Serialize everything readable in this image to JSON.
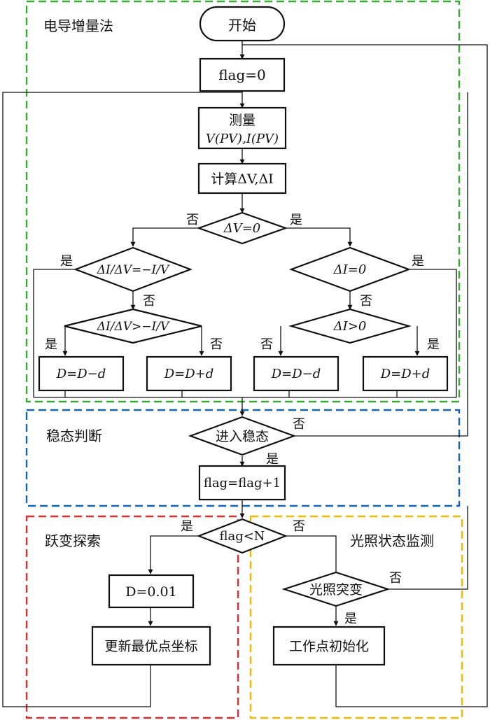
{
  "regions": {
    "inc": {
      "title": "电导增量法",
      "color": "#3aaa35"
    },
    "steady": {
      "title": "稳态判断",
      "color": "#1565b8"
    },
    "jump": {
      "title": "跃变探索",
      "color": "#e02d2d"
    },
    "light": {
      "title": "光照状态监测",
      "color": "#f5b800"
    }
  },
  "nodes": {
    "start": "开始",
    "flag0": "flag=0",
    "measure_1": "测量",
    "measure_2": "V(PV),I(PV)",
    "calc": "计算ΔV,ΔI",
    "dv0": "ΔV=0",
    "di_eq": "ΔI/ΔV=−I/V",
    "di_gt": "ΔI/ΔV>−I/V",
    "di0": "ΔI=0",
    "di_pos": "ΔI>0",
    "dec_left": "D=D−d",
    "inc_left": "D=D+d",
    "dec_right": "D=D−d",
    "inc_right": "D=D+d",
    "steady": "进入稳态",
    "flag_inc": "flag=flag+1",
    "flag_lt": "flag<N",
    "d001": "D=0.01",
    "update": "更新最优点坐标",
    "light_change": "光照突变",
    "init": "工作点初始化"
  },
  "labels": {
    "dv0_no": "否",
    "dv0_yes": "是",
    "di_eq_yes": "是",
    "di_eq_no": "否",
    "di_gt_yes": "是",
    "di_gt_no": "否",
    "di0_yes": "是",
    "di0_no": "否",
    "di_pos_no": "否",
    "di_pos_yes": "是",
    "steady_no": "否",
    "steady_yes": "是",
    "flag_lt_yes": "是",
    "flag_lt_no": "否",
    "light_no": "否",
    "light_yes": "是"
  }
}
